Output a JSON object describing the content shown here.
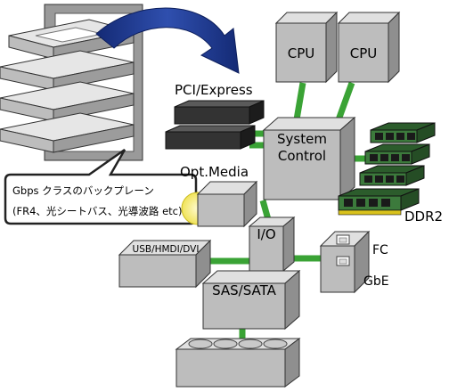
{
  "callout": {
    "line1": "Gbps クラスのバックプレーン",
    "line2": "(FR4、光シートバス、光導波路 etc)"
  },
  "labels": {
    "cpu1": "CPU",
    "cpu2": "CPU",
    "pci_express": "PCI/Express",
    "system_control": "System\nControl",
    "ddr2": "DDR2",
    "opt_media": "Opt.Media",
    "io": "I/O",
    "usb": "USB/HMDI/DVI",
    "fc": "FC",
    "gbe": "GbE",
    "sas_sata": "SAS/SATA"
  },
  "colors": {
    "box_face": "#bdbdbd",
    "box_side": "#8f8f8f",
    "box_top": "#e0e0e0",
    "bus_green": "#3aa335",
    "arrow_blue": "#1f3a8f",
    "pci_card": "#2a2a2a",
    "dimm_green": "#3c7a3c",
    "dimm_gold": "#d9c21c",
    "optical_yellow": "#f3ea6a"
  }
}
